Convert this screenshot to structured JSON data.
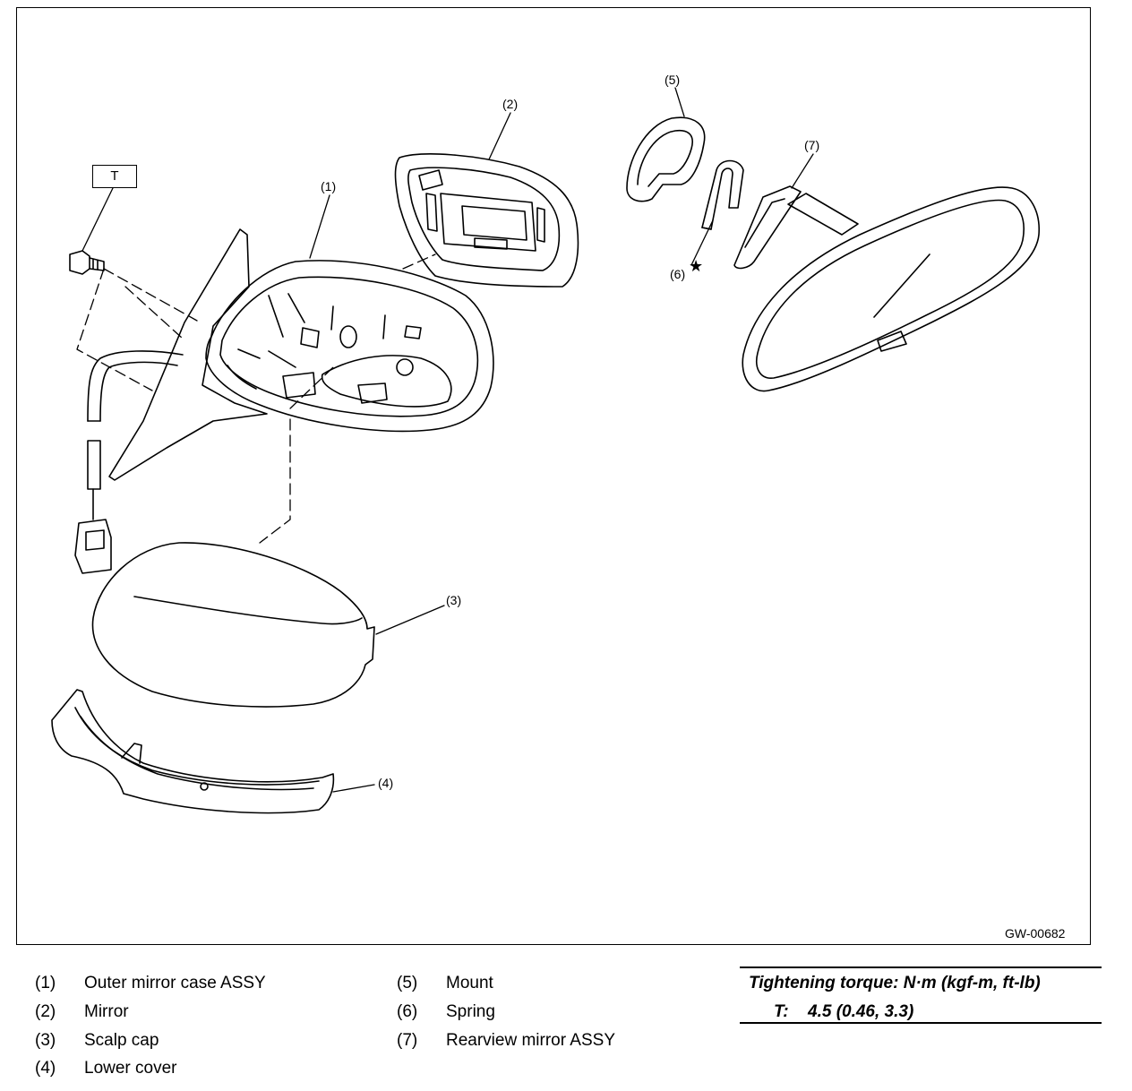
{
  "diagram": {
    "figure_id": "GW-00682",
    "torque_symbol": "T",
    "callouts": {
      "c1": "(1)",
      "c2": "(2)",
      "c3": "(3)",
      "c4": "(4)",
      "c5": "(5)",
      "c6": "(6)",
      "c7": "(7)",
      "star": "★"
    }
  },
  "legend": [
    {
      "num": "(1)",
      "label": "Outer mirror case ASSY"
    },
    {
      "num": "(2)",
      "label": "Mirror"
    },
    {
      "num": "(3)",
      "label": "Scalp cap"
    },
    {
      "num": "(4)",
      "label": "Lower cover"
    },
    {
      "num": "(5)",
      "label": "Mount"
    },
    {
      "num": "(6)",
      "label": "Spring"
    },
    {
      "num": "(7)",
      "label": "Rearview mirror ASSY"
    }
  ],
  "torque": {
    "title": "Tightening torque: N·m (kgf-m, ft-lb)",
    "symbol": "T:",
    "value": "4.5 (0.46, 3.3)"
  }
}
